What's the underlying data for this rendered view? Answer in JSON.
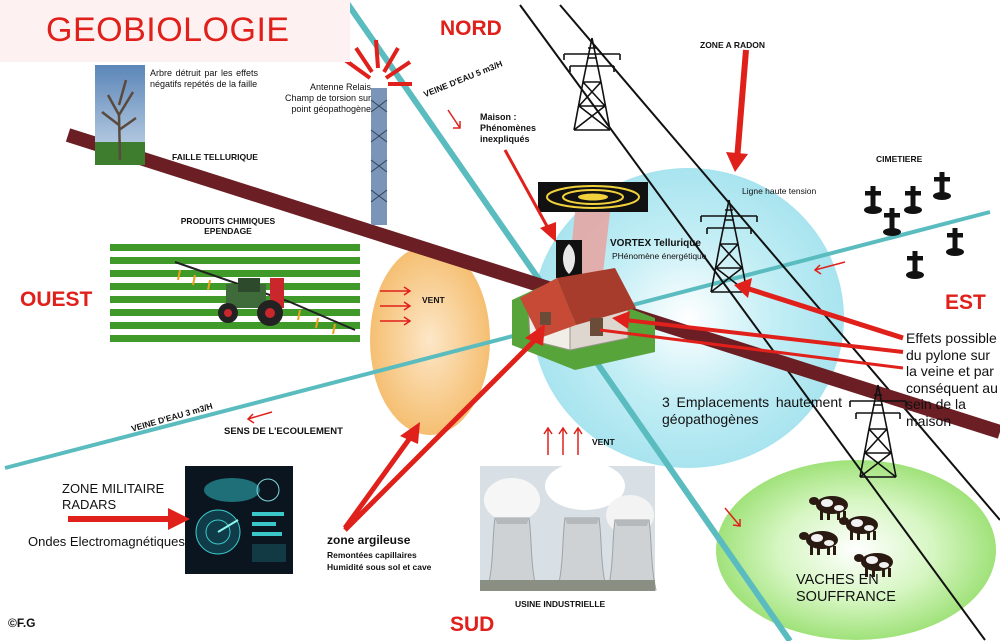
{
  "title": "GEOBIOLOGIE",
  "cardinals": {
    "north": "NORD",
    "south": "SUD",
    "east": "EST",
    "west": "OUEST"
  },
  "labels": {
    "arbre": "Arbre détruit par les effets négatifs repétés de la faille",
    "antenne": "Antenne Relais Champ de torsion sur point géopathogène",
    "veine5": "VEINE D'EAU 5 m3/H",
    "maison": "Maison : Phénomènes inexpliqués",
    "zone_radon": "ZONE A  RADON",
    "ligne_ht": "Ligne haute tension",
    "cimetiere": "CIMETIERE",
    "faille": "FAILLE TELLURIQUE",
    "produits": "PRODUITS CHIMIQUES EPENDAGE",
    "vortex_title": "VORTEX Tellurique",
    "vortex_sub": "PHénomène énergétique",
    "vent_ouest": "VENT",
    "vent_sud": "VENT",
    "effets": "Effets possible du pylone sur la veine et par conséquent au sein de la maison",
    "emplacements": "3  Emplacements hautement  géopathogènes",
    "veine3": "VEINE D'EAU 3 m3/H",
    "ecoulement": "SENS DE L'ECOULEMENT",
    "zone_militaire": "ZONE MILITAIRE RADARS",
    "ondes": "Ondes  Electromagnétiques",
    "zone_argileuse": "zone argileuse",
    "remontees": "Remontées capillaires",
    "humidite": "Humidité sous sol et cave",
    "usine": "USINE INDUSTRIELLE",
    "vaches": "VACHES EN  SOUFFRANCE",
    "copyright": "©F.G"
  },
  "colors": {
    "accent_red": "#e0201b",
    "faille": "#6b1f24",
    "water_vein": "#5bbcbf",
    "wind_zone": "#f7c47a",
    "vortex_zone": "#a8e4ef",
    "pasture": "#a6e680"
  },
  "icons": [
    "tree-photo",
    "antenna-tower",
    "tractor",
    "pylon",
    "cross",
    "house",
    "vortex-spiral",
    "radar-screen",
    "nuclear-cooling-tower",
    "cow"
  ]
}
